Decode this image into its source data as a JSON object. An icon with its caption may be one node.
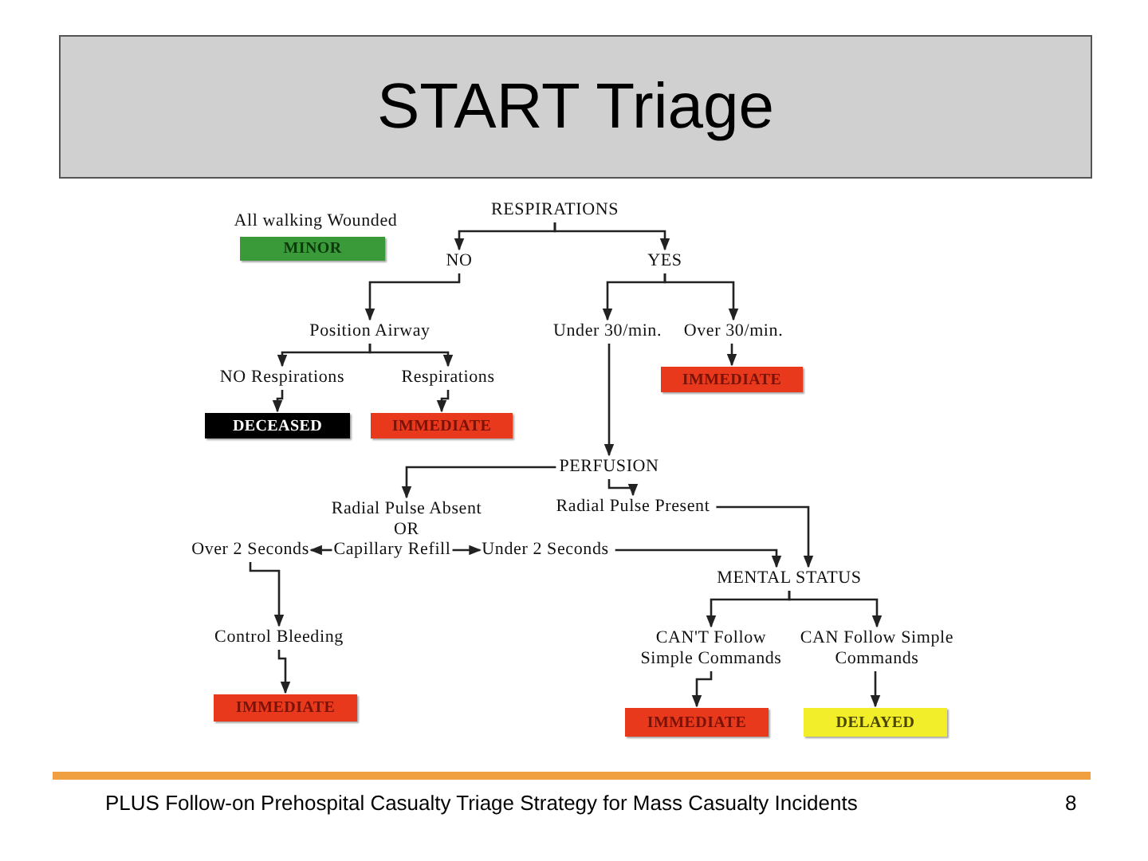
{
  "diagram": {
    "title": "START Triage",
    "nodes": [
      {
        "text": [
          "All walking Wounded"
        ]
      },
      {
        "text": [
          "MINOR"
        ]
      },
      {
        "text": [
          "RESPIRATIONS"
        ]
      },
      {
        "text": [
          "NO"
        ]
      },
      {
        "text": [
          "YES"
        ]
      },
      {
        "text": [
          "Position Airway"
        ]
      },
      {
        "text": [
          "Under 30/min."
        ]
      },
      {
        "text": [
          "Over 30/min."
        ]
      },
      {
        "text": [
          "NO Respirations"
        ]
      },
      {
        "text": [
          "Respirations"
        ]
      },
      {
        "text": [
          "IMMEDIATE"
        ]
      },
      {
        "text": [
          "DECEASED"
        ]
      },
      {
        "text": [
          "IMMEDIATE"
        ]
      },
      {
        "text": [
          "PERFUSION"
        ]
      },
      {
        "text": [
          "Radial Pulse Absent",
          "OR"
        ]
      },
      {
        "text": [
          "Radial Pulse Present"
        ]
      },
      {
        "text": [
          "Capillary Refill"
        ]
      },
      {
        "text": [
          "Over 2 Seconds"
        ]
      },
      {
        "text": [
          "Under 2 Seconds"
        ]
      },
      {
        "text": [
          "MENTAL STATUS"
        ]
      },
      {
        "text": [
          "Control Bleeding"
        ]
      },
      {
        "text": [
          "CAN'T Follow Simple Commands"
        ]
      },
      {
        "text": [
          "CAN Follow Simple Commands"
        ]
      },
      {
        "text": [
          "IMMEDIATE"
        ]
      },
      {
        "text": [
          "IMMEDIATE"
        ]
      },
      {
        "text": [
          "DELAYED"
        ]
      }
    ],
    "edges": [
      {
        "from": 2,
        "to": 3,
        "arrow": "to"
      },
      {
        "from": 2,
        "to": 4,
        "arrow": "to"
      },
      {
        "from": 3,
        "to": 5,
        "arrow": "to"
      },
      {
        "from": 5,
        "to": 8,
        "arrow": "to"
      },
      {
        "from": 5,
        "to": 9,
        "arrow": "to"
      },
      {
        "from": 8,
        "to": 11,
        "arrow": "to"
      },
      {
        "from": 9,
        "to": 12,
        "arrow": "to"
      },
      {
        "from": 4,
        "to": 6,
        "arrow": "to"
      },
      {
        "from": 4,
        "to": 7,
        "arrow": "to"
      },
      {
        "from": 7,
        "to": 10,
        "arrow": "to"
      },
      {
        "from": 6,
        "to": 13,
        "arrow": "to"
      },
      {
        "from": 13,
        "to": 14,
        "arrow": "to"
      },
      {
        "from": 13,
        "to": 15,
        "arrow": "to"
      },
      {
        "from": 16,
        "to": 17,
        "arrow": "to"
      },
      {
        "from": 16,
        "to": 18,
        "arrow": "to"
      },
      {
        "from": 18,
        "to": 19,
        "arrow": "to"
      },
      {
        "from": 15,
        "to": 19,
        "arrow": "to"
      },
      {
        "from": 17,
        "to": 20,
        "arrow": "to"
      },
      {
        "from": 20,
        "to": 23,
        "arrow": "to"
      },
      {
        "from": 19,
        "to": 21,
        "arrow": "to"
      },
      {
        "from": 19,
        "to": 22,
        "arrow": "to"
      },
      {
        "from": 21,
        "to": 24,
        "arrow": "to"
      },
      {
        "from": 22,
        "to": 25,
        "arrow": "to"
      }
    ],
    "labels": [
      "PLUS Follow-on Prehospital Casualty Triage Strategy for Mass Casualty Incidents",
      "8"
    ]
  }
}
